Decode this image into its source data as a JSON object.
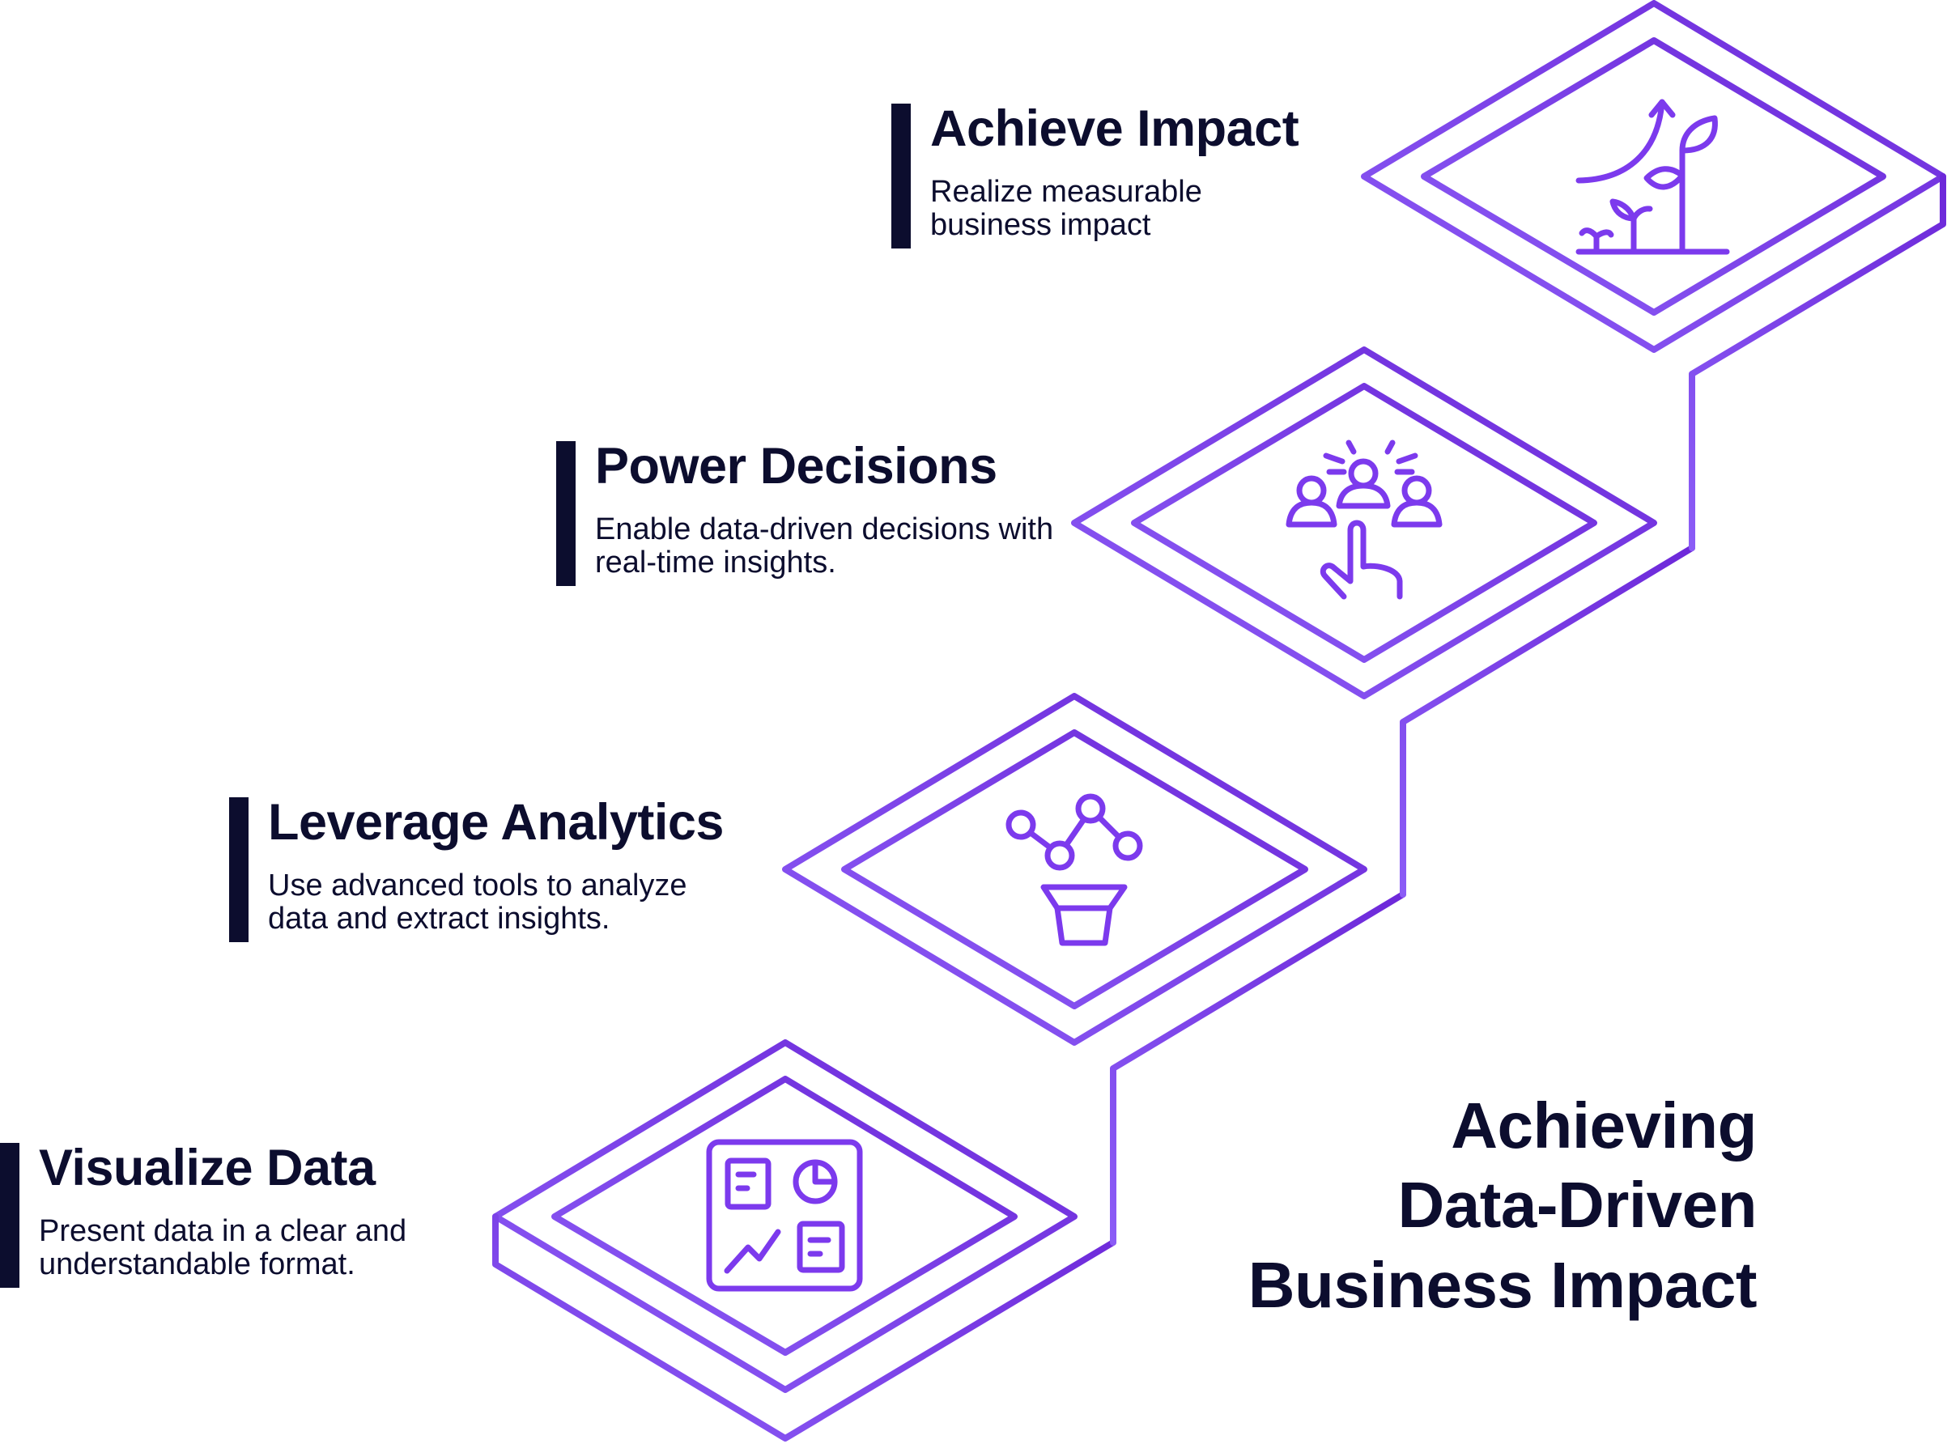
{
  "title": {
    "line1": "Achieving",
    "line2": "Data-Driven",
    "line3": "Business Impact"
  },
  "colors": {
    "stroke_gradient_start": "#8b5cf6",
    "stroke_gradient_end": "#6d28d9",
    "text": "#0c0d2e",
    "accent_bar": "#0c0d2e",
    "background": "#ffffff"
  },
  "steps": [
    {
      "title": "Visualize Data",
      "description": "Present data in a clear and understandable format.",
      "icon": "dashboard-icon"
    },
    {
      "title": "Leverage Analytics",
      "description": "Use advanced tools to analyze data and extract insights.",
      "icon": "analytics-funnel-icon"
    },
    {
      "title": "Power Decisions",
      "description": "Enable data-driven decisions with real-time insights.",
      "icon": "team-decision-icon"
    },
    {
      "title": "Achieve Impact",
      "description": "Realize measurable business impact",
      "icon": "growth-plant-icon"
    }
  ]
}
